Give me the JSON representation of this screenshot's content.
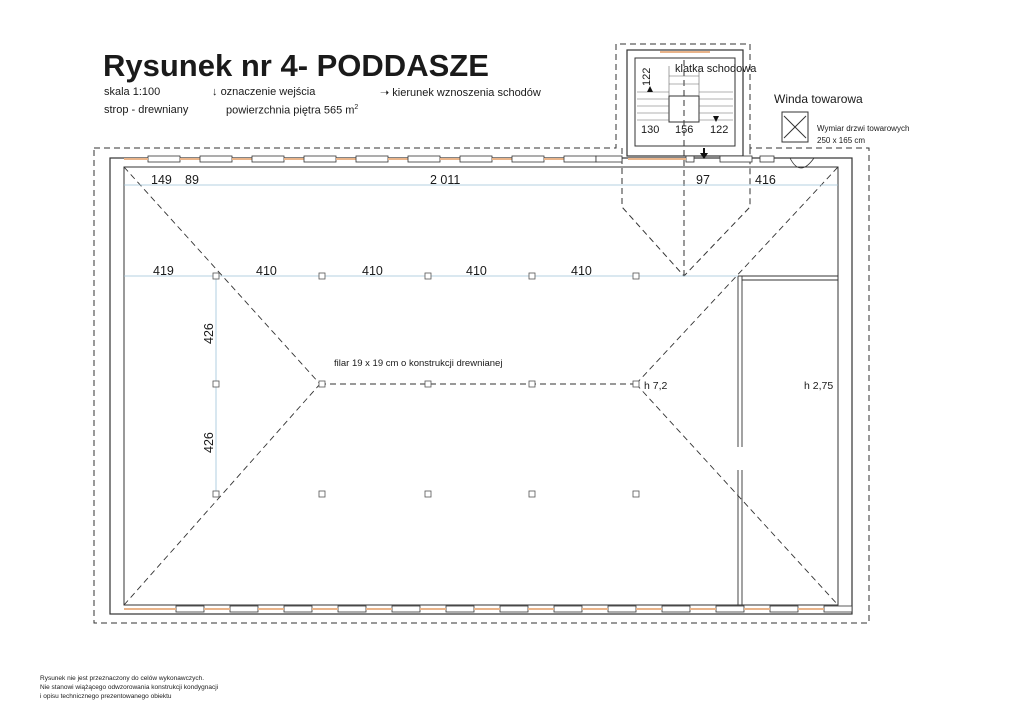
{
  "title": "Rysunek nr 4- PODDASZE",
  "legend": {
    "scale": "skala 1:100",
    "ceiling": "strop - drewniany",
    "entry_mark": "oznaczenie wejścia",
    "area": "powierzchnia piętra 565 m",
    "area_sup": "2",
    "stairs_direction": "kierunek wznoszenia schodów"
  },
  "labels": {
    "stairwell": "klatka schodowa",
    "freight_elevator": "Winda towarowa",
    "freight_door": "Wymiar drzwi towarowych",
    "freight_door_size": "250 x 165 cm",
    "pillar": "filar 19 x 19 cm o konstrukcji drewnianej",
    "height_left": "h 7,2",
    "height_right": "h 2,75"
  },
  "dimensions": {
    "stair_vertical": "122",
    "stair_bottom": [
      "130",
      "156",
      "122"
    ],
    "top_row": [
      "149",
      "89",
      "2 011",
      "97",
      "416"
    ],
    "grid_row": [
      "419",
      "410",
      "410",
      "410",
      "410"
    ],
    "vertical": [
      "426",
      "426"
    ]
  },
  "disclaimer": [
    "Rysunek nie jest przeznaczony do celów wykonawczych.",
    "Nie stanowi wiążącego odwzorowania konstrukcji kondygnacji",
    "i opisu technicznego prezentowanego obiektu"
  ],
  "colors": {
    "line": "#333333",
    "window": "#e9b48a",
    "dim_line": "#9ec3d9"
  }
}
